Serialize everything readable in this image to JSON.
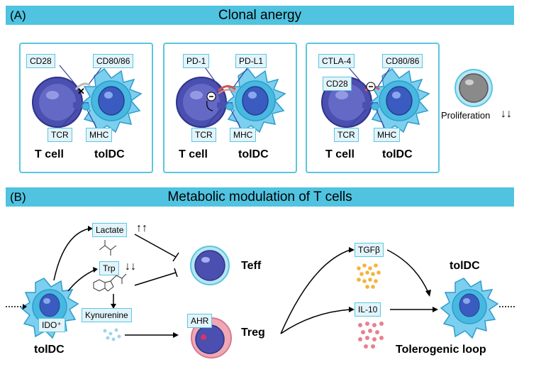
{
  "section_a": {
    "tag": "(A)",
    "title": "Clonal anergy",
    "panels": [
      {
        "labels": [
          "CD28",
          "CD80/86",
          "TCR",
          "MHC"
        ],
        "t_cell": "T cell",
        "toldc": "tolDC"
      },
      {
        "labels": [
          "PD-1",
          "PD-L1",
          "TCR",
          "MHC"
        ],
        "t_cell": "T cell",
        "toldc": "tolDC"
      },
      {
        "labels": [
          "CTLA-4",
          "CD80/86",
          "CD28",
          "TCR",
          "MHC"
        ],
        "t_cell": "T cell",
        "toldc": "tolDC"
      }
    ],
    "proliferation": "Proliferation",
    "proliferation_arrows": "↓↓"
  },
  "section_b": {
    "tag": "(B)",
    "title": "Metabolic modulation of T cells",
    "lactate": "Lactate",
    "lactate_arrows": "↑↑",
    "trp": "Trp",
    "trp_arrows": "↓↓",
    "kynurenine": "Kynurenine",
    "ido": "IDO⁺",
    "toldc_left": "tolDC",
    "ahr": "AHR",
    "teff": "Teff",
    "treg": "Treg",
    "tgfb": "TGFβ",
    "il10": "IL-10",
    "toldc_right": "tolDC",
    "loop": "Tolerogenic loop"
  },
  "colors": {
    "banner": "#4fc3e0",
    "panel_border": "#5bc6df",
    "label_fill": "#e2f4fa",
    "t_cell_blue": "#4a4fb0",
    "dc_blue": "#47b9e0",
    "tgfb_dots": "#f2b43c",
    "il10_dots": "#e8808e",
    "kynurenine_dots": "#9fd4ec",
    "ahr_fill": "#f0a8b6"
  }
}
